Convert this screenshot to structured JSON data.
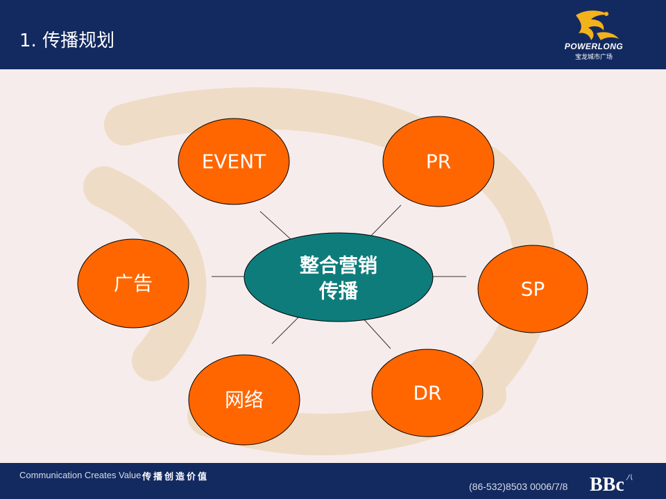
{
  "header": {
    "title": "1. 传播规划"
  },
  "logo": {
    "brand": "POWERLONG",
    "subtitle": "宝龙城市广场"
  },
  "diagram": {
    "center": {
      "line1": "整合营销",
      "line2": "传播"
    },
    "nodes": [
      "EVENT",
      "PR",
      "广告",
      "SP",
      "网络",
      "DR"
    ],
    "colors": {
      "node_fill": "#ff6600",
      "center_fill": "#0f7c7c",
      "stroke": "#000000",
      "line": "#333333"
    }
  },
  "footer": {
    "tagline_en": "Communication Creates Value",
    "tagline_cn": "传播创造价值",
    "page_number": "(86-532)8503 0006/7/8",
    "bbc_logo": "BBc",
    "bbc_sup": "八"
  },
  "colors": {
    "header_bg": "#132a60",
    "page_bg": "#f7ecec"
  }
}
